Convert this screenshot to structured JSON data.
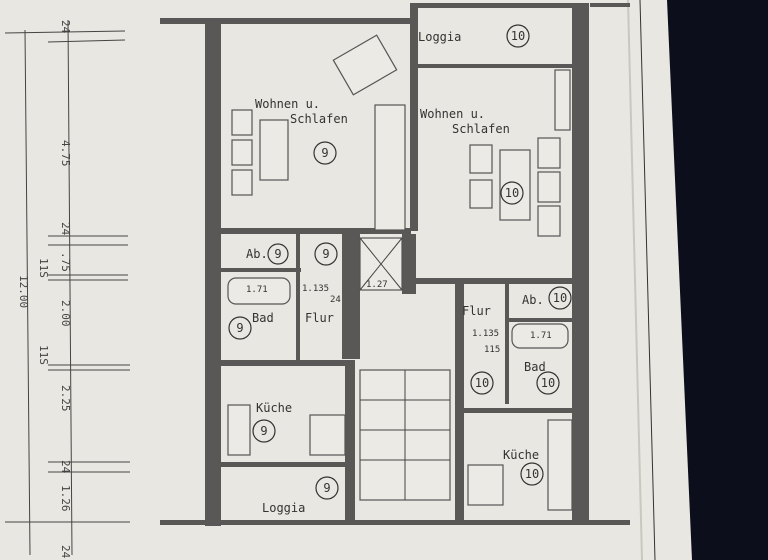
{
  "dimensions": {
    "overall": "12.00",
    "segments": [
      "24",
      "4.75",
      "24",
      ".75",
      "2.00",
      "2.25",
      "24",
      "1.26",
      "24"
    ],
    "wall_marks": [
      "11S",
      "11S"
    ]
  },
  "unit_9": {
    "living": [
      "Wohnen u.",
      "Schlafen"
    ],
    "number": "9",
    "storage": "Ab.",
    "hall": "Flur",
    "bath": "Bad",
    "bath_tub": "1.71",
    "kitchen": "Küche",
    "loggia": "Loggia",
    "hall_width": "1.135",
    "wall": "24"
  },
  "unit_10": {
    "living": [
      "Wohnen u.",
      "Schlafen"
    ],
    "number": "10",
    "storage": "Ab.",
    "hall": "Flur",
    "bath": "Bad",
    "bath_tub": "1.71",
    "kitchen": "Küche",
    "loggia": "Loggia",
    "hall_width": "1.135",
    "wall": "115"
  },
  "core": {
    "shaft": "1.27"
  },
  "colors": {
    "paper": "#e8e7e1",
    "wall": "#595856",
    "background": "#0d0e1c"
  }
}
